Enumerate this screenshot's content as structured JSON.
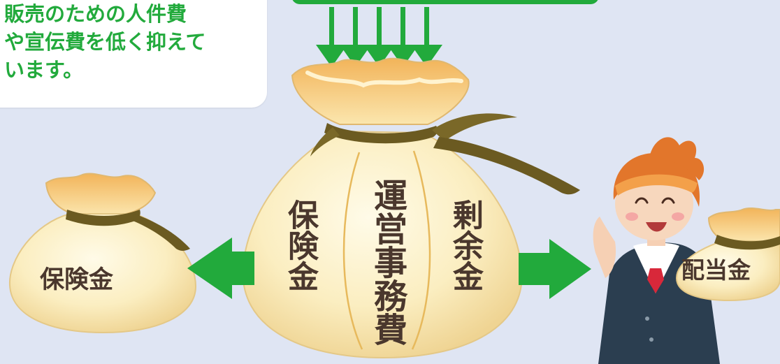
{
  "callout": {
    "lines": [
      "販売のための人件費",
      "や宣伝費を低く抑えて",
      "います。"
    ]
  },
  "main_bag": {
    "left_section": "保険金",
    "center_section": "運営事務費",
    "right_section": "剰余金"
  },
  "left_bag": {
    "label": "保険金"
  },
  "right_bag": {
    "label": "配当金"
  },
  "colors": {
    "background": "#dfe5f3",
    "accent_green": "#22aa3c",
    "bag_fill": "#fbf0c3",
    "tie": "#6b5a21",
    "label_text": "#4a372d"
  }
}
